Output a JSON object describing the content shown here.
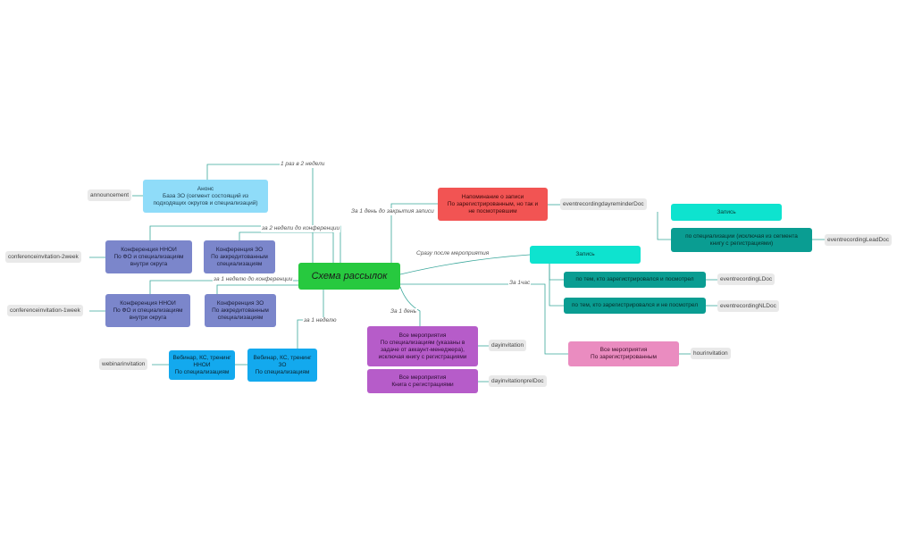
{
  "colors": {
    "root": "#27c93f",
    "light_blue": "#8fdcf9",
    "purple_blue": "#7b86cb",
    "blue": "#13a9ee",
    "red": "#f25453",
    "cyan": "#0ee3cf",
    "teal": "#0a9d92",
    "purple": "#b65cc9",
    "pink": "#ea8cc0",
    "connector": "#3aa79b",
    "tag_bg": "#e9e9e9"
  },
  "root": {
    "label": "Схема рассылок"
  },
  "nodes": {
    "announce": {
      "text": "Анонс\nБаза ЗО (сегмент состоящий из\nподходящих округов и специализаций)"
    },
    "conf_nnoi_2w": {
      "text": "Конференция ННОИ\nПо ФО и специализациям\nвнутри округа"
    },
    "conf_zo_2w": {
      "text": "Конференция ЗО\nПо аккредитованным\nспециализациям"
    },
    "conf_nnoi_1w": {
      "text": "Конференция ННОИ\nПо ФО и специализациям\nвнутри округа"
    },
    "conf_zo_1w": {
      "text": "Конференция ЗО\nПо аккредитованным\nспециализациям"
    },
    "webinar_nnoi": {
      "text": "Вебинар, КС, тренинг\nННОИ\nПо специализациям"
    },
    "webinar_zo": {
      "text": "Вебинар, КС, тренинг\nЗО\nПо специализациям"
    },
    "reminder": {
      "text": "Напоминание о записи\nПо зарегистрированным, но так и\nне посмотревшим"
    },
    "record_main": {
      "text": "Запись"
    },
    "record_watched": {
      "text": "по тем, кто зарегистрировался и посмотрел"
    },
    "record_not_watched": {
      "text": "по тем, кто зарегистрировался и не посмотрел"
    },
    "record_top": {
      "text": "Запись"
    },
    "record_spec": {
      "text": "по специализации (исключая из сегмента\nкнигу с регистрациями)"
    },
    "all_events_spec": {
      "text": "Все мероприятия\nПо специализациям (указаны в\nзадаче от аккаунт-менеджера),\nисключая книгу с регистрациями"
    },
    "all_events_book": {
      "text": "Все мероприятия\nКнига с регистрациями"
    },
    "all_events_registered": {
      "text": "Все мероприятия\nПо зарегистрированным"
    }
  },
  "tags": {
    "announcement": "announcement",
    "conf_2week": "conferenceinvitation-2week",
    "conf_1week": "conferenceinvitation-1week",
    "webinar": "webinarinvitation",
    "reminder_doc": "eventrecordingdayreminderDoc",
    "lead_doc": "eventrecordingLeadDoc",
    "recording_l": "eventrecordingLDoc",
    "recording_nl": "eventrecordingNLDoc",
    "day_inv": "dayinvitation",
    "day_inv_prel": "dayinvitationprelDoc",
    "hour_inv": "hourinvitation"
  },
  "edge_labels": {
    "biweekly": "1 раз в 2 недели",
    "two_weeks": "за 2 недели до конференции",
    "one_week_conf": "за 1 неделю до конференции",
    "one_week": "за 1 неделю",
    "day_before_close": "За 1 день до закрытия записи",
    "right_after": "Сразу после мероприятия",
    "one_hour": "За 1час",
    "one_day": "За 1 день"
  }
}
